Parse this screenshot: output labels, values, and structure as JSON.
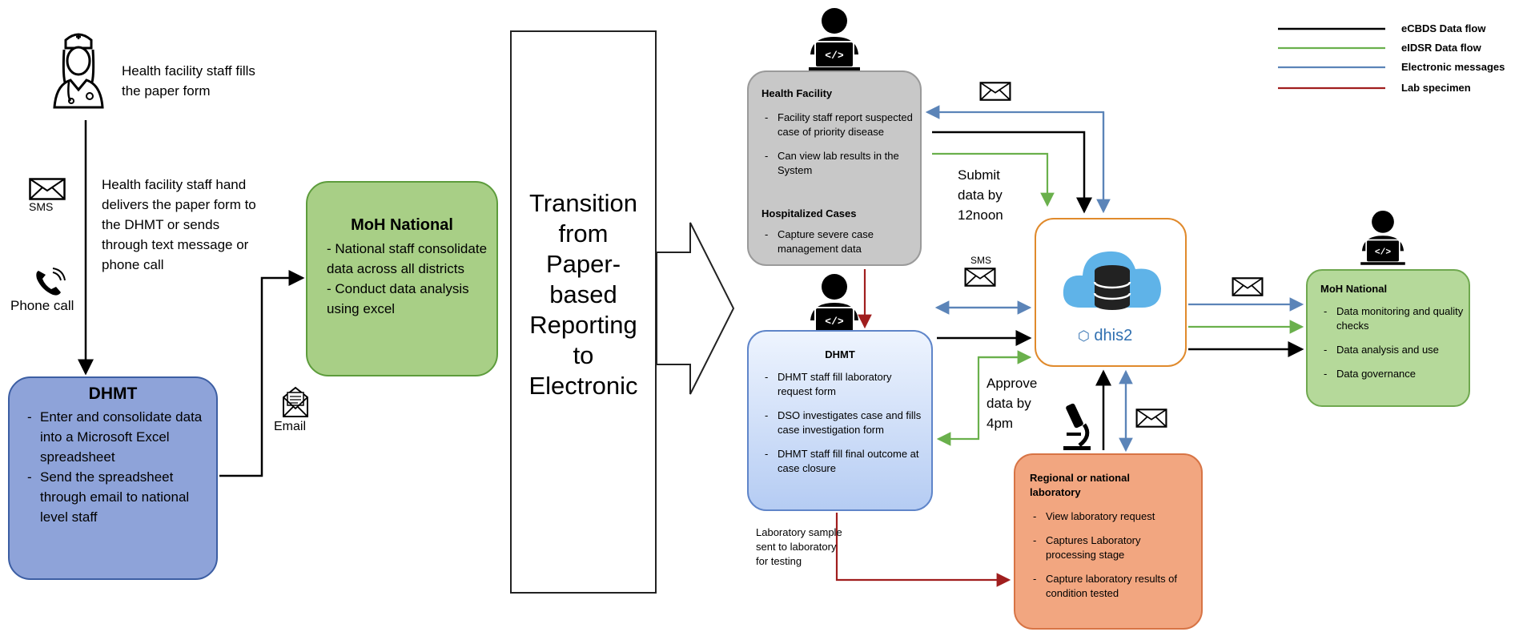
{
  "left_flow": {
    "nurse_caption": "Health facility staff fills the paper form",
    "deliver_caption": "Health facility staff hand delivers the paper form to the DHMT or sends through text message or phone call",
    "sms_label": "SMS",
    "phone_label": "Phone call",
    "email_label": "Email",
    "dhmt": {
      "title": "DHMT",
      "items": [
        "Enter and consolidate data into a Microsoft Excel spreadsheet",
        "Send the spreadsheet through email to national level staff"
      ]
    },
    "moh": {
      "title": "MoH National",
      "items": [
        "- National staff consolidate data across all districts",
        "- Conduct data analysis using excel"
      ]
    }
  },
  "transition": {
    "lines": [
      "Transition",
      "from",
      "Paper-",
      "based",
      "Reporting",
      "to",
      "Electronic"
    ]
  },
  "right_flow": {
    "health_facility": {
      "title": "Health Facility",
      "items": [
        "Facility staff report suspected case of priority disease",
        "Can view lab results in the System"
      ],
      "subtitle": "Hospitalized Cases",
      "sub_items": [
        "Capture severe case management data"
      ]
    },
    "dhmt": {
      "title": "DHMT",
      "items": [
        "DHMT staff fill laboratory request form",
        "DSO investigates case and fills case investigation form",
        "DHMT staff fill final outcome at case closure"
      ]
    },
    "lab": {
      "title": "Regional or national laboratory",
      "items": [
        "View laboratory request",
        "Captures Laboratory processing stage",
        "Capture laboratory results of condition tested"
      ]
    },
    "moh": {
      "title": "MoH National",
      "items": [
        "Data monitoring and quality checks",
        "Data analysis and use",
        "Data governance"
      ]
    },
    "dhis_label": "dhis2",
    "submit_caption": "Submit data by 12noon",
    "approve_caption": "Approve data by 4pm",
    "sms_label": "SMS",
    "lab_sample_caption": "Laboratory sample sent to laboratory for testing"
  },
  "legend": [
    {
      "label": "eCBDS Data flow",
      "color": "#000000"
    },
    {
      "label": "eIDSR Data flow",
      "color": "#6ab04c"
    },
    {
      "label": "Electronic messages",
      "color": "#5b84b8"
    },
    {
      "label": "Lab specimen",
      "color": "#a01e1e"
    }
  ],
  "icons": [
    "nurse-icon",
    "envelope-icon",
    "phone-icon",
    "email-icon",
    "laptop-user-icon",
    "cloud-database-icon",
    "microscope-icon"
  ]
}
